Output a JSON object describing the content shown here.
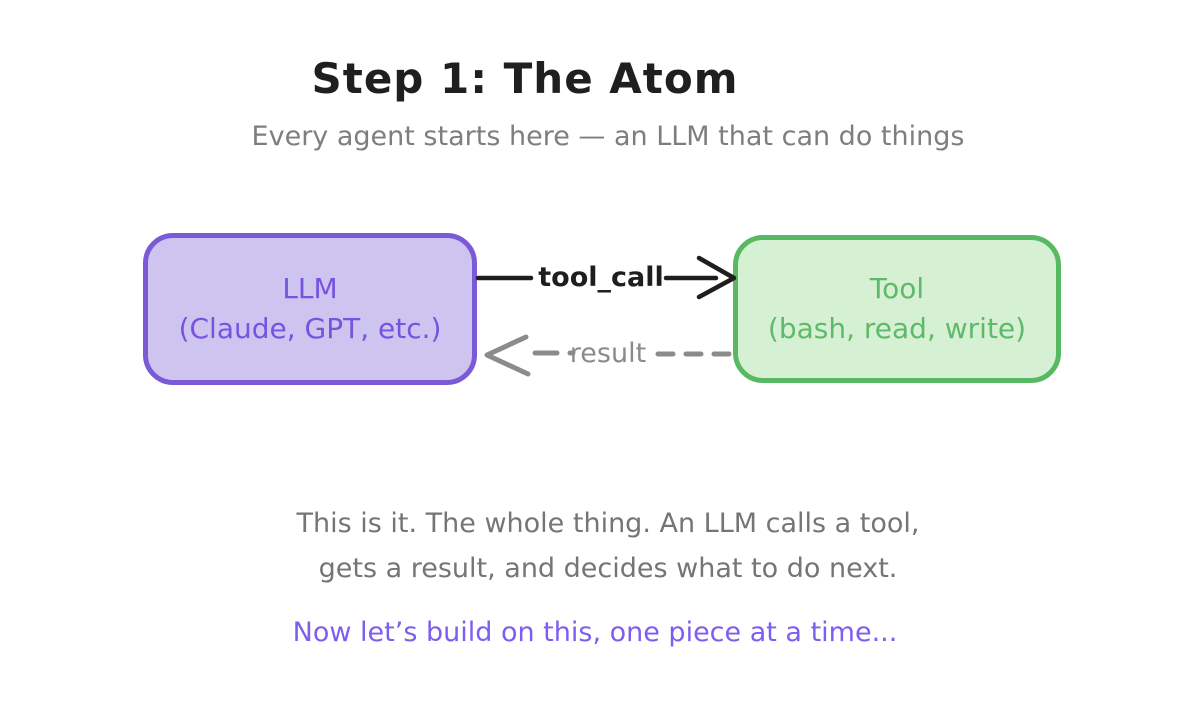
{
  "diagram": {
    "title": "Step 1: The Atom",
    "subtitle": "Every agent starts here — an LLM that can do things",
    "llm_node": {
      "title": "LLM",
      "subtitle": "(Claude, GPT, etc.)"
    },
    "tool_node": {
      "title": "Tool",
      "subtitle": "(bash, read, write)"
    },
    "tool_call_label": "tool_call",
    "result_label": "result",
    "body": {
      "line1": "This is it. The whole thing. An LLM calls a tool,",
      "line2": "gets a result, and decides what to do next."
    },
    "cta": "Now let’s build on this, one piece at a time..."
  },
  "colors": {
    "title_text": "#1f1f1f",
    "subtitle_gray": "#7e7e7e",
    "body_gray": "#757575",
    "purple_accent": "#7c5ef0",
    "llm_box_fill": "#cdc4ef",
    "llm_box_border": "#7a5ad6",
    "llm_box_text": "#7753e0",
    "tool_box_fill": "#d6f0d3",
    "tool_box_border": "#57b961",
    "tool_box_text": "#5eba6b",
    "arrow_black": "#1e1e1e",
    "arrow_gray": "#8b8b8b"
  }
}
